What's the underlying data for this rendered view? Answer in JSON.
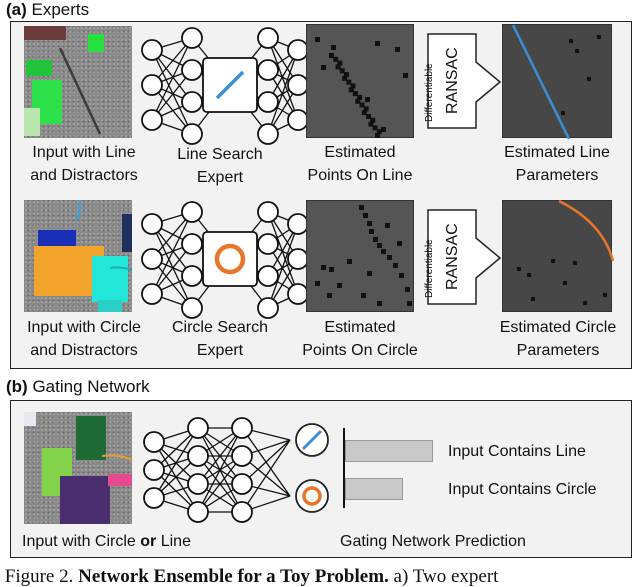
{
  "section_a": {
    "letter": "(a)",
    "title": "Experts"
  },
  "section_b": {
    "letter": "(b)",
    "title": "Gating Network"
  },
  "line_row": {
    "input_label_1": "Input with Line",
    "input_label_2": "and Distractors",
    "expert_label_1": "Line Search",
    "expert_label_2": "Expert",
    "points_label_1": "Estimated",
    "points_label_2": "Points On Line",
    "ransac_small": "Differentiable",
    "ransac_big": "RANSAC",
    "params_label_1": "Estimated Line",
    "params_label_2": "Parameters"
  },
  "circle_row": {
    "input_label_1": "Input with Circle",
    "input_label_2": "and Distractors",
    "expert_label_1": "Circle Search",
    "expert_label_2": "Expert",
    "points_label_1": "Estimated",
    "points_label_2": "Points On Circle",
    "ransac_small": "Differentiable",
    "ransac_big": "RANSAC",
    "params_label_1": "Estimated Circle",
    "params_label_2": "Parameters"
  },
  "gating": {
    "input_label_pre": "Input with Circle ",
    "input_label_bold": "or",
    "input_label_post": " Line",
    "bar_line_label": "Input Contains Line",
    "bar_circle_label": "Input Contains Circle",
    "prediction_label": "Gating Network Prediction"
  },
  "caption": {
    "prefix": "Figure 2. ",
    "bold": "Network Ensemble for a Toy Problem.",
    "rest": " a) Two expert"
  },
  "colors": {
    "line_blue": "#3a8fd8",
    "circle_orange": "#e8762a",
    "panel_bg": "#f2f2f2"
  }
}
